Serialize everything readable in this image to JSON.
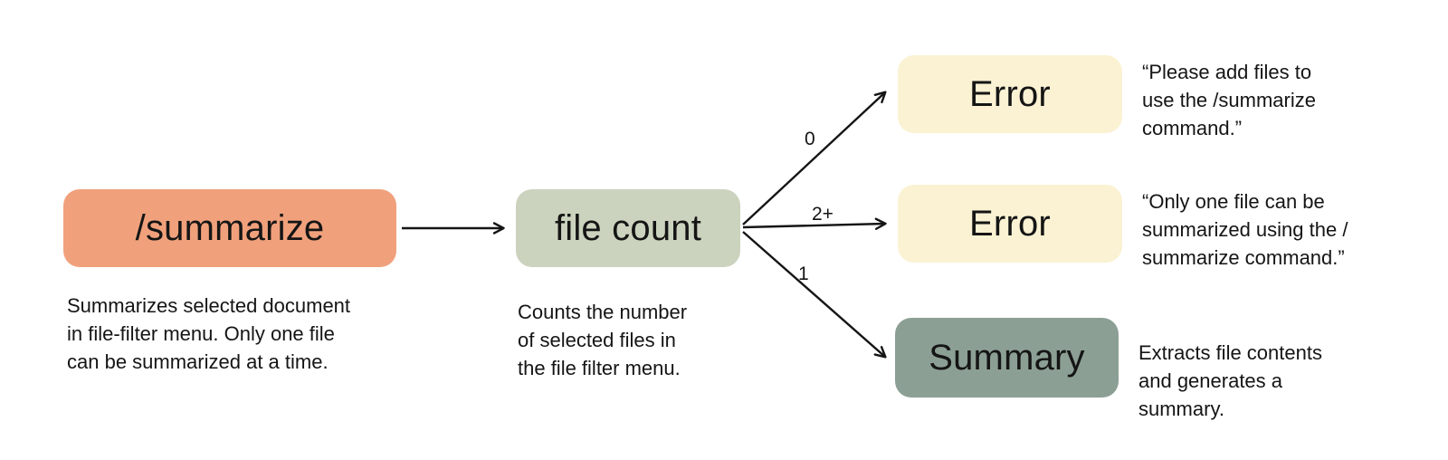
{
  "nodes": {
    "summarize": {
      "label": "/summarize",
      "color": "#F0A17C",
      "caption": "Summarizes selected document\nin file-filter menu. Only one file\ncan be summarized at a time."
    },
    "file_count": {
      "label": "file count",
      "color": "#CBD3BE",
      "caption": "Counts the number\nof selected files in\nthe file filter menu."
    },
    "error_zero": {
      "label": "Error",
      "color": "#FAF2D3",
      "caption": "“Please add files to\nuse the /summarize\ncommand.”"
    },
    "error_multi": {
      "label": "Error",
      "color": "#FAF2D3",
      "caption": "“Only one file can be\nsummarized using the /\nsummarize command.”"
    },
    "summary": {
      "label": "Summary",
      "color": "#8C9F94",
      "caption": "Extracts file contents\nand generates a\nsummary."
    }
  },
  "edges": {
    "zero": {
      "label": "0"
    },
    "multi": {
      "label": "2+"
    },
    "one": {
      "label": "1"
    }
  },
  "colors": {
    "arrow": "#151515",
    "text": "#151515",
    "background": "#ffffff"
  }
}
